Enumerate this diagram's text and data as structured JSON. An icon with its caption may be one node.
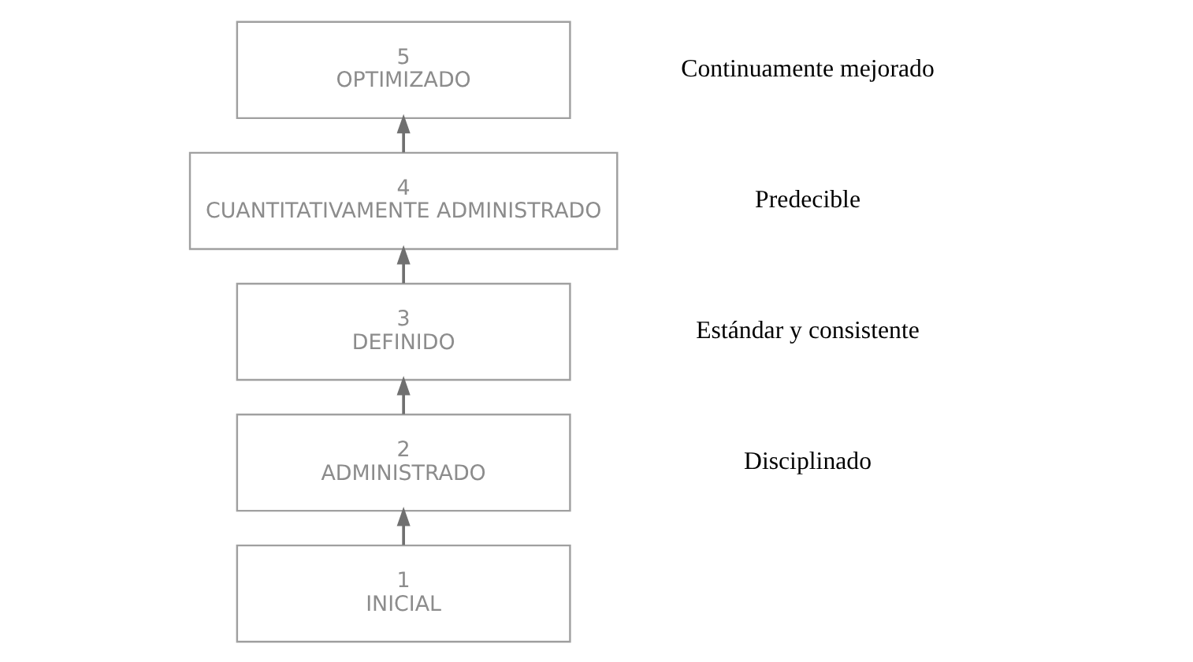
{
  "diagram": {
    "nodes": [
      {
        "text": [
          "1",
          "INICIAL"
        ]
      },
      {
        "text": [
          "2",
          "ADMINISTRADO"
        ]
      },
      {
        "text": [
          "3",
          "DEFINIDO"
        ]
      },
      {
        "text": [
          "4",
          "CUANTITATIVAMENTE ADMINISTRADO"
        ]
      },
      {
        "text": [
          "5",
          "OPTIMIZADO"
        ]
      }
    ],
    "edges": [
      {
        "from": 0,
        "to": 1,
        "arrow": "to"
      },
      {
        "from": 1,
        "to": 2,
        "arrow": "to"
      },
      {
        "from": 2,
        "to": 3,
        "arrow": "to"
      },
      {
        "from": 3,
        "to": 4,
        "arrow": "to"
      }
    ],
    "labels": [
      "Continuamente mejorado",
      "Predecible",
      "Estándar y consistente",
      "Disciplinado"
    ]
  }
}
